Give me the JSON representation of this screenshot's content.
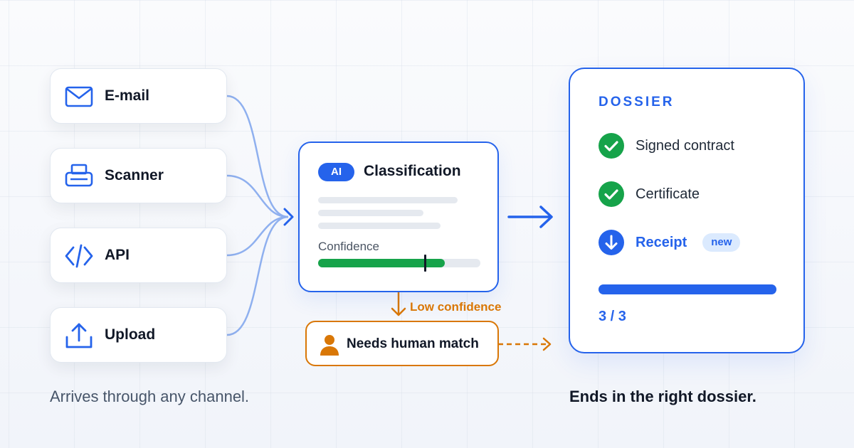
{
  "sources": [
    {
      "label": "E-mail",
      "icon": "mail-icon"
    },
    {
      "label": "Scanner",
      "icon": "scanner-icon"
    },
    {
      "label": "API",
      "icon": "code-icon"
    },
    {
      "label": "Upload",
      "icon": "upload-icon"
    }
  ],
  "classification": {
    "badge": "AI",
    "title": "Classification",
    "confidence_label": "Confidence",
    "confidence_level": 0.78,
    "threshold": 0.66
  },
  "low_confidence": {
    "label": "Low confidence",
    "action": "Needs human match",
    "icon": "person-icon"
  },
  "dossier": {
    "title": "DOSSIER",
    "items": [
      {
        "label": "Signed contract",
        "status": "done",
        "icon": "check-circle-icon"
      },
      {
        "label": "Certificate",
        "status": "done",
        "icon": "check-circle-icon"
      },
      {
        "label": "Receipt",
        "status": "incoming",
        "icon": "arrow-down-circle-icon",
        "badge": "new"
      }
    ],
    "progress": 1.0,
    "count": "3 / 3"
  },
  "captions": {
    "left": "Arrives through any channel.",
    "right": "Ends in the right dossier."
  },
  "colors": {
    "primary": "#2563eb",
    "primary_light": "#8fb0ef",
    "success": "#16a34a",
    "warning": "#d97706",
    "text": "#111827",
    "muted": "#475569"
  }
}
